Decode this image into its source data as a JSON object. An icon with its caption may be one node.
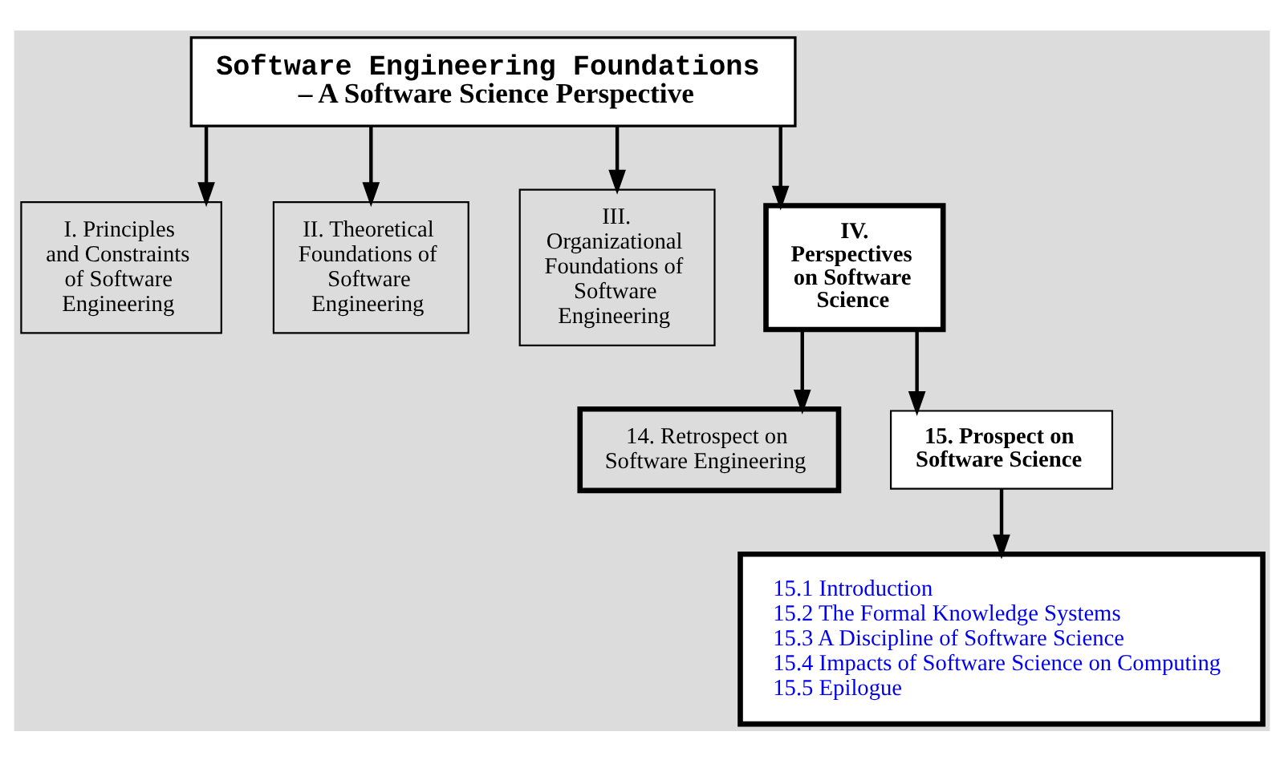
{
  "diagram": {
    "nodes": [
      {
        "text": [
          "Software Engineering Foundations",
          "– A Software Science Perspective"
        ]
      },
      {
        "text": [
          "I. Principles and Constraints of Software Engineering"
        ]
      },
      {
        "text": [
          "II. Theoretical Foundations of Software Engineering"
        ]
      },
      {
        "text": [
          "III. Organizational Foundations of Software Engineering"
        ]
      },
      {
        "text": [
          "IV. Perspectives on Software Science"
        ]
      },
      {
        "text": [
          "14. Retrospect on Software Engineering"
        ]
      },
      {
        "text": [
          "15. Prospect on Software Science"
        ]
      },
      {
        "text": [
          "15.1 Introduction",
          "15.2 The Formal Knowledge Systems",
          "15.3 A Discipline of Software Science",
          "15.4 Impacts of Software Science on Computing",
          "15.5 Epilogue"
        ]
      }
    ],
    "edges": [
      {
        "from": 0,
        "to": 1,
        "arrow": "to"
      },
      {
        "from": 0,
        "to": 2,
        "arrow": "to"
      },
      {
        "from": 0,
        "to": 3,
        "arrow": "to"
      },
      {
        "from": 0,
        "to": 4,
        "arrow": "to"
      },
      {
        "from": 4,
        "to": 5,
        "arrow": "to"
      },
      {
        "from": 4,
        "to": 6,
        "arrow": "to"
      },
      {
        "from": 6,
        "to": 7,
        "arrow": "to"
      }
    ]
  }
}
